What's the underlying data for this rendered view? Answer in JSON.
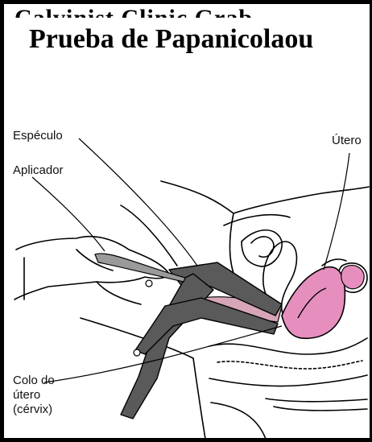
{
  "header": {
    "clipped_text": "Calvinist Clinic Grab Laboratory",
    "title": "Prueba de Papanicolaou"
  },
  "labels": {
    "speculum": "Espéculo",
    "applicator": "Aplicador",
    "uterus": "Útero",
    "cervix_line1": "Colo do",
    "cervix_line2": "útero",
    "cervix_line3": "(cérvix)"
  },
  "colors": {
    "uterus_fill": "#e68fbe",
    "instrument_fill": "#5a5a5a",
    "outline": "#000000"
  }
}
